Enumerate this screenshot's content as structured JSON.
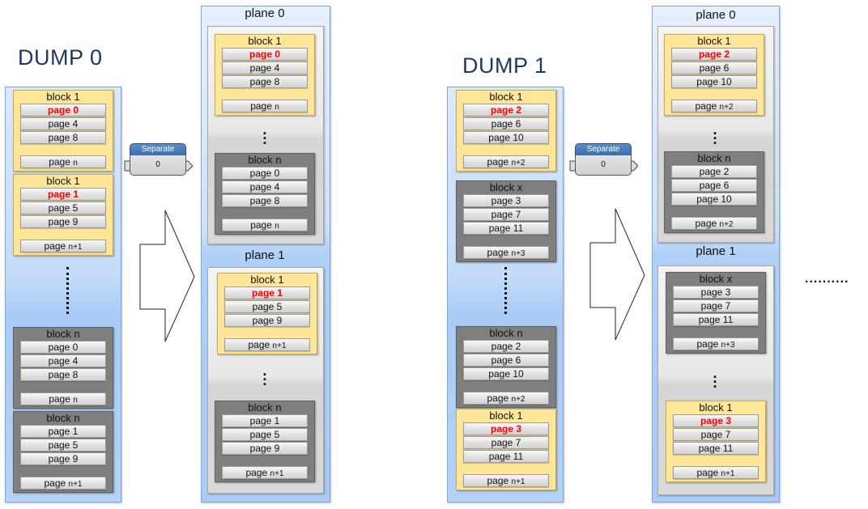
{
  "dumps": [
    {
      "title": "DUMP 0",
      "source_blocks": [
        {
          "label": "block 1",
          "color": "yellow",
          "pages": [
            {
              "t": "page 0",
              "hi": true
            },
            {
              "t": "page 4"
            },
            {
              "t": "page 8"
            }
          ],
          "last": {
            "pre": "page ",
            "sub": "n"
          }
        },
        {
          "label": "block 1",
          "color": "yellow",
          "pages": [
            {
              "t": "page 1",
              "hi": true
            },
            {
              "t": "page 5"
            },
            {
              "t": "page 9"
            }
          ],
          "last": {
            "pre": "page ",
            "sub": "n+1"
          }
        },
        {
          "label": "block n",
          "color": "gray",
          "pages": [
            {
              "t": "page 0"
            },
            {
              "t": "page 4"
            },
            {
              "t": "page 8"
            }
          ],
          "last": {
            "pre": "page ",
            "sub": "n"
          }
        },
        {
          "label": "block n",
          "color": "gray",
          "pages": [
            {
              "t": "page 1"
            },
            {
              "t": "page 5"
            },
            {
              "t": "page 9"
            }
          ],
          "last": {
            "pre": "page ",
            "sub": "n+1"
          }
        }
      ],
      "separator": {
        "label": "Separate",
        "value": "0"
      },
      "planes": [
        {
          "label": "plane 0",
          "blocks": [
            {
              "label": "block 1",
              "color": "yellow",
              "pages": [
                {
                  "t": "page 0",
                  "hi": true
                },
                {
                  "t": "page 4"
                },
                {
                  "t": "page 8"
                }
              ],
              "last": {
                "pre": "page ",
                "sub": "n"
              }
            },
            {
              "label": "block n",
              "color": "gray",
              "pages": [
                {
                  "t": "page 0"
                },
                {
                  "t": "page 4"
                },
                {
                  "t": "page 8"
                }
              ],
              "last": {
                "pre": "page ",
                "sub": "n"
              }
            }
          ]
        },
        {
          "label": "plane 1",
          "blocks": [
            {
              "label": "block 1",
              "color": "yellow",
              "pages": [
                {
                  "t": "page 1",
                  "hi": true
                },
                {
                  "t": "page 5"
                },
                {
                  "t": "page 9"
                }
              ],
              "last": {
                "pre": "page ",
                "sub": "n+1"
              }
            },
            {
              "label": "block n",
              "color": "gray",
              "pages": [
                {
                  "t": "page 1"
                },
                {
                  "t": "page 5"
                },
                {
                  "t": "page 9"
                }
              ],
              "last": {
                "pre": "page ",
                "sub": "n+1"
              }
            }
          ]
        }
      ]
    },
    {
      "title": "DUMP 1",
      "source_blocks": [
        {
          "label": "block 1",
          "color": "yellow",
          "pages": [
            {
              "t": "page 2",
              "hi": true
            },
            {
              "t": "page 6"
            },
            {
              "t": "page 10"
            }
          ],
          "last": {
            "pre": "page ",
            "sub": "n+2"
          }
        },
        {
          "label": "block x",
          "color": "gray",
          "pages": [
            {
              "t": "page 3"
            },
            {
              "t": "page 7"
            },
            {
              "t": "page 11"
            }
          ],
          "last": {
            "pre": "page ",
            "sub": "n+3"
          }
        },
        {
          "label": "block n",
          "color": "gray",
          "pages": [
            {
              "t": "page 2"
            },
            {
              "t": "page 6"
            },
            {
              "t": "page 10"
            }
          ],
          "last": {
            "pre": "page ",
            "sub": "n+2"
          }
        },
        {
          "label": "block 1",
          "color": "yellow",
          "pages": [
            {
              "t": "page 3",
              "hi": true
            },
            {
              "t": "page 7"
            },
            {
              "t": "page 11"
            }
          ],
          "last": {
            "pre": "page ",
            "sub": "n+1"
          }
        }
      ],
      "separator": {
        "label": "Separate",
        "value": "0"
      },
      "planes": [
        {
          "label": "plane 0",
          "blocks": [
            {
              "label": "block 1",
              "color": "yellow",
              "pages": [
                {
                  "t": "page 2",
                  "hi": true
                },
                {
                  "t": "page 6"
                },
                {
                  "t": "page 10"
                }
              ],
              "last": {
                "pre": "page ",
                "sub": "n+2"
              }
            },
            {
              "label": "block n",
              "color": "gray",
              "pages": [
                {
                  "t": "page 2"
                },
                {
                  "t": "page 6"
                },
                {
                  "t": "page 10"
                }
              ],
              "last": {
                "pre": "page ",
                "sub": "n+2"
              }
            }
          ]
        },
        {
          "label": "plane 1",
          "blocks": [
            {
              "label": "block x",
              "color": "gray",
              "pages": [
                {
                  "t": "page 3"
                },
                {
                  "t": "page 7"
                },
                {
                  "t": "page 11"
                }
              ],
              "last": {
                "pre": "page ",
                "sub": "n+3"
              }
            },
            {
              "label": "block 1",
              "color": "yellow",
              "pages": [
                {
                  "t": "page 3",
                  "hi": true
                },
                {
                  "t": "page 7"
                },
                {
                  "t": "page 11"
                }
              ],
              "last": {
                "pre": "page ",
                "sub": "n+1"
              }
            }
          ]
        }
      ]
    }
  ],
  "continuation": "..........",
  "colors": {
    "highlight": "#ff0000",
    "yellow_block": "#ffe699",
    "gray_block": "#7f7f7f",
    "title": "#1f3864",
    "separator_header": "#3a6ea8"
  }
}
